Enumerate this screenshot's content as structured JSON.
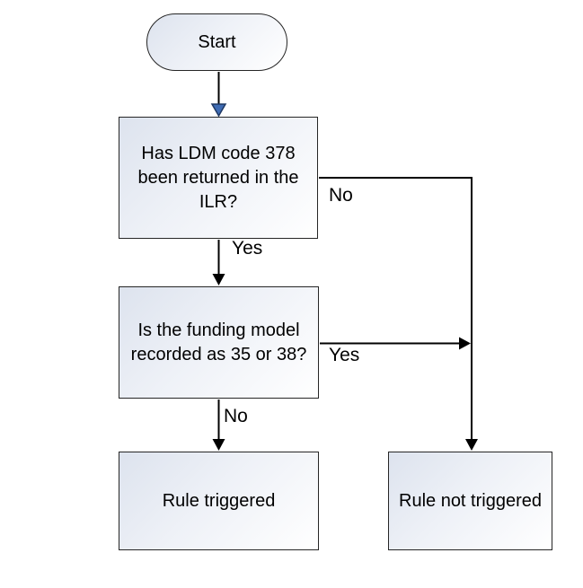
{
  "diagram": {
    "type": "flowchart",
    "nodes": {
      "start": {
        "label": "Start",
        "shape": "terminator"
      },
      "decision_ldm": {
        "label": "Has LDM code 378 been returned in the ILR?",
        "shape": "process"
      },
      "decision_funding": {
        "label": "Is the funding model recorded as 35 or 38?",
        "shape": "process"
      },
      "rule_triggered": {
        "label": "Rule triggered",
        "shape": "process"
      },
      "rule_not_triggered": {
        "label": "Rule not triggered",
        "shape": "process"
      }
    },
    "edges": {
      "start_to_ldm": {
        "label": "",
        "from": "start",
        "to": "decision_ldm"
      },
      "ldm_no": {
        "label": "No",
        "from": "decision_ldm",
        "to": "rule_not_triggered"
      },
      "ldm_yes": {
        "label": "Yes",
        "from": "decision_ldm",
        "to": "decision_funding"
      },
      "funding_yes": {
        "label": "Yes",
        "from": "decision_funding",
        "to": "rule_not_triggered"
      },
      "funding_no": {
        "label": "No",
        "from": "decision_funding",
        "to": "rule_triggered"
      }
    },
    "colors": {
      "background": "#ffffff",
      "line": "#000000",
      "arrowhead_black": "#000000",
      "arrowhead_blue_fill": "#3f6cb4",
      "arrowhead_blue_stroke": "#1f3864",
      "node_border": "#262626",
      "node_fill_start": "#dde3ee",
      "node_fill_end": "#ffffff",
      "text": "#000000"
    }
  }
}
